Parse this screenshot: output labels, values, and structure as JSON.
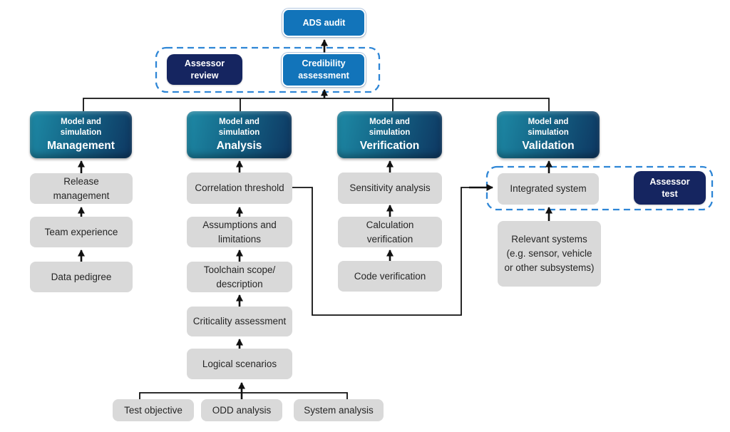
{
  "palette": {
    "primary_blue": "#1274BA",
    "navy": "#152560",
    "header_teal": "#1E8AA6",
    "header_dark_blue": "#0E3A64",
    "gray_box": "#D9D9D9",
    "dashed_outline": "#2E86D6",
    "arrow": "#111111"
  },
  "top": {
    "ads_audit": "ADS audit",
    "assessor_review": "Assessor review",
    "credibility_assessment": "Credibility assessment"
  },
  "columns": [
    {
      "header_top": "Model and simulation",
      "header_label": "Management",
      "items": [
        "Release management",
        "Team experience",
        "Data pedigree"
      ]
    },
    {
      "header_top": "Model and simulation",
      "header_label": "Analysis",
      "items": [
        "Correlation threshold",
        "Assumptions and limitations",
        "Toolchain scope/ description",
        "Criticality assessment",
        "Logical scenarios"
      ],
      "sources": [
        "Test objective",
        "ODD analysis",
        "System analysis"
      ]
    },
    {
      "header_top": "Model and simulation",
      "header_label": "Verification",
      "items": [
        "Sensitivity analysis",
        "Calculation verification",
        "Code verification"
      ]
    },
    {
      "header_top": "Model and simulation",
      "header_label": "Validation",
      "items": [
        "Integrated system",
        "Relevant systems (e.g. sensor, vehicle or other subsystems)"
      ],
      "assessor_test": "Assessor test"
    }
  ]
}
